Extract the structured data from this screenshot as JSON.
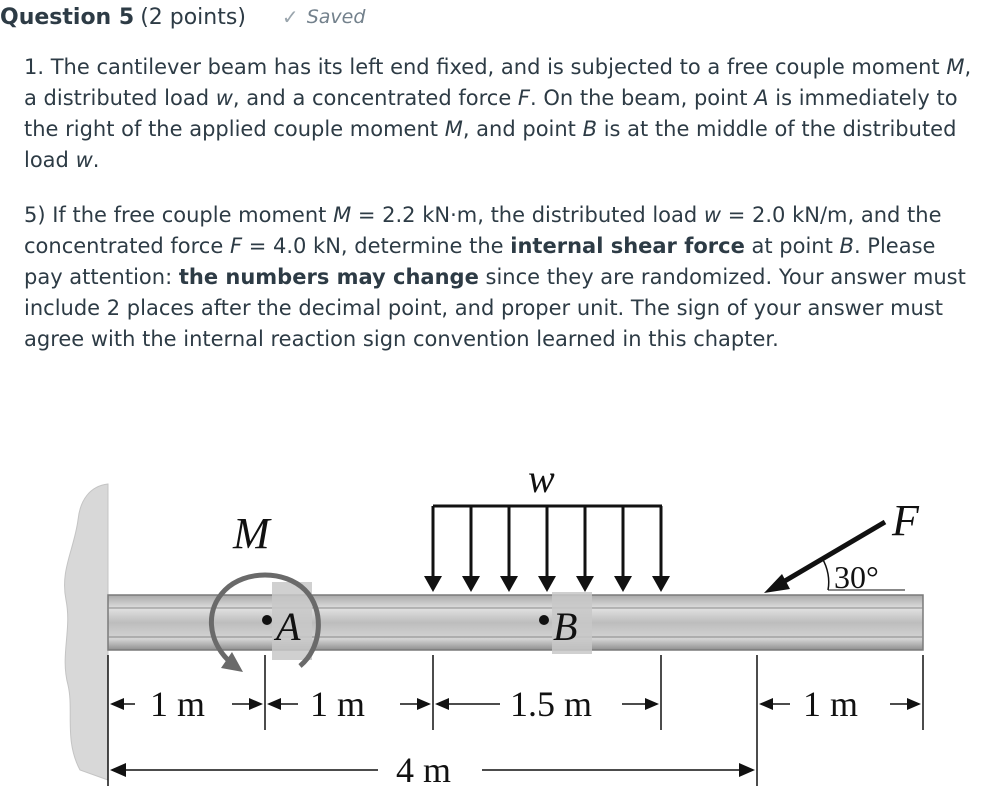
{
  "question": {
    "title": "Question 5",
    "points": "(2 points)",
    "status": "Saved",
    "status_icon": "check-icon"
  },
  "para1": {
    "s1": "1. The cantilever beam has its left end fixed, and is subjected to a free couple moment ",
    "M1": "M",
    "s2": ", a distributed load ",
    "w1": "w",
    "s3": ", and a concentrated force ",
    "F1": "F",
    "s4": ". On the beam, point ",
    "A1": "A",
    "s5": " is immediately to the right of the applied couple moment ",
    "M2": "M",
    "s6": ", and point ",
    "B1": "B",
    "s7": " is at the middle of the distributed load ",
    "w2": "w",
    "s8": "."
  },
  "para2": {
    "s1": "5) If the free couple moment ",
    "M": "M",
    "s2": " = 2.2 kN·m, the distributed load ",
    "w": "w",
    "s3": " = 2.0 kN/m, and the concentrated force ",
    "F": "F",
    "s4": " = 4.0 kN, determine the ",
    "b1": "internal shear force",
    "s5": " at point ",
    "B": "B",
    "s6": ". Please pay attention: ",
    "b2": "the numbers may change",
    "s7": " since they are randomized. Your answer must include 2 places after the decimal point, and proper unit. The sign of your answer must agree with the internal reaction sign convention learned in this chapter."
  },
  "diagram": {
    "label_M": "M",
    "label_A": "A",
    "label_B": "B",
    "label_w": "w",
    "label_F": "F",
    "angle": "30°",
    "dim1": "1 m",
    "dim2": "1 m",
    "dim3": "1.5 m",
    "dim4": "1 m",
    "dim_total": "4 m",
    "colors": {
      "beam": "#c9c9c9",
      "beam_dark": "#8f8f8f",
      "wall": "#d8d8d8",
      "ink": "#111111"
    }
  }
}
